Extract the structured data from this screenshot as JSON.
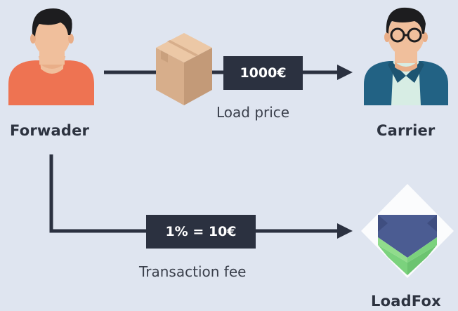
{
  "actors": {
    "forwarder": {
      "label": "Forwader",
      "icon": "person-icon"
    },
    "carrier": {
      "label": "Carrier",
      "icon": "person-with-glasses-icon"
    },
    "platform": {
      "label": "LoadFox",
      "icon": "loadfox-logo-icon"
    }
  },
  "flows": {
    "load": {
      "amount": "1000€",
      "caption": "Load price",
      "icon": "package-box-icon"
    },
    "fee": {
      "amount": "1% = 10€",
      "caption": "Transaction fee"
    }
  },
  "colors": {
    "background": "#dfe5f0",
    "line": "#2b3140",
    "forwarder_shirt": "#ee7352",
    "carrier_jacket": "#226284",
    "skin": "#f0bf9c",
    "hair": "#1d1d1f",
    "box": "#d7ae8b",
    "logo_blue": "#4b5c92",
    "logo_green": "#7bd27d"
  }
}
